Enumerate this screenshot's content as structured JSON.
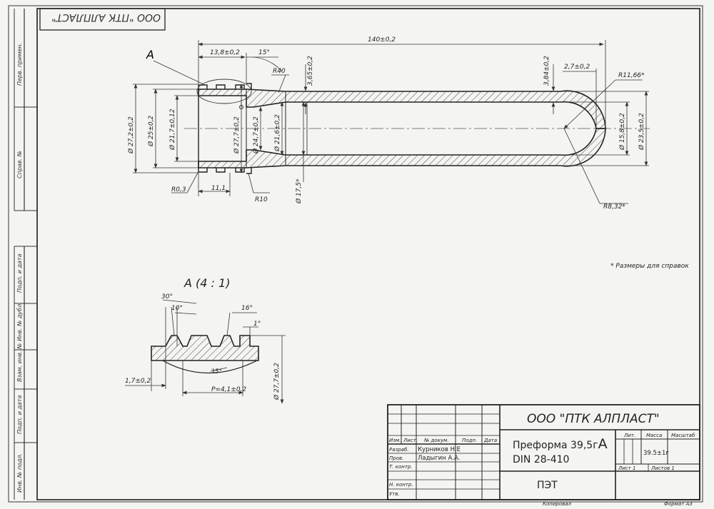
{
  "company": "ООО \"ПТК АЛПЛАСТ\"",
  "company_stamp": "ООО \"ПТК АЛПЛАСТ\"",
  "part_name": "Преформа 39,5г",
  "part_letter": "А",
  "part_standard": "DIN 28-410",
  "material": "ПЭТ",
  "mass_value": "39.5±1г",
  "designer": "Курников Н.Е",
  "checker": "Ладыгин А.А.",
  "footnote": "* Размеры для справок",
  "copied": "Копировал",
  "format": "Формат А3",
  "detail": {
    "label": "А",
    "title": "А (4 : 1)"
  },
  "side_labels": [
    "Перв. примен.",
    "Справ. №",
    "Подп. и дата",
    "Инв. № дубл.",
    "Взам. инв. №",
    "Подп. и дата",
    "Инв. № подл."
  ],
  "titleblock_headers": {
    "izm": "Изм.",
    "list": "Лист",
    "doc": "№ докум.",
    "podp": "Подп.",
    "data": "Дата",
    "razrab": "Разраб.",
    "prov": "Пров.",
    "tkontr": "Т. контр.",
    "nkontr": "Н. контр.",
    "utv": "Утв.",
    "lit": "Лит.",
    "massa": "Масса",
    "masshtab": "Масштаб",
    "sheet": "Лист 1",
    "sheets": "Листов 1"
  },
  "dimensions": {
    "total_length": "140±0,2",
    "neck_length": "13,8±0,2",
    "neck_angle": "15°",
    "r40": "R40",
    "wall_top": "3,65±0,2",
    "wall_bottom": "3,84±0,2",
    "bottom_thk": "2,7±0,2",
    "r_outer": "R11,66*",
    "d_27_2": "Ø 27,2±0,2",
    "d_25": "Ø 25±0,2",
    "d_21_7": "Ø 21,7±0,12",
    "d_27_7": "Ø 27,7±0,2",
    "d_24_7": "Ø 24,7±0,2",
    "d_21_6": "Ø 21,6±0,2",
    "d_17_5": "Ø 17,5*",
    "d_15_8": "Ø 15,8±0,2",
    "d_23_5": "Ø 23,5±0,2",
    "r0_3": "R0,3",
    "dim_11_1": "11,1",
    "r10": "R10",
    "r_inner": "R8,32*",
    "detail_30": "30°",
    "detail_10": "10°",
    "detail_16": "16°",
    "detail_1": "1°",
    "detail_35": "35°",
    "detail_1_7": "1,7±0,2",
    "detail_pitch": "P=4,1±0,2",
    "detail_d27_7": "Ø 27,7±0,2"
  }
}
